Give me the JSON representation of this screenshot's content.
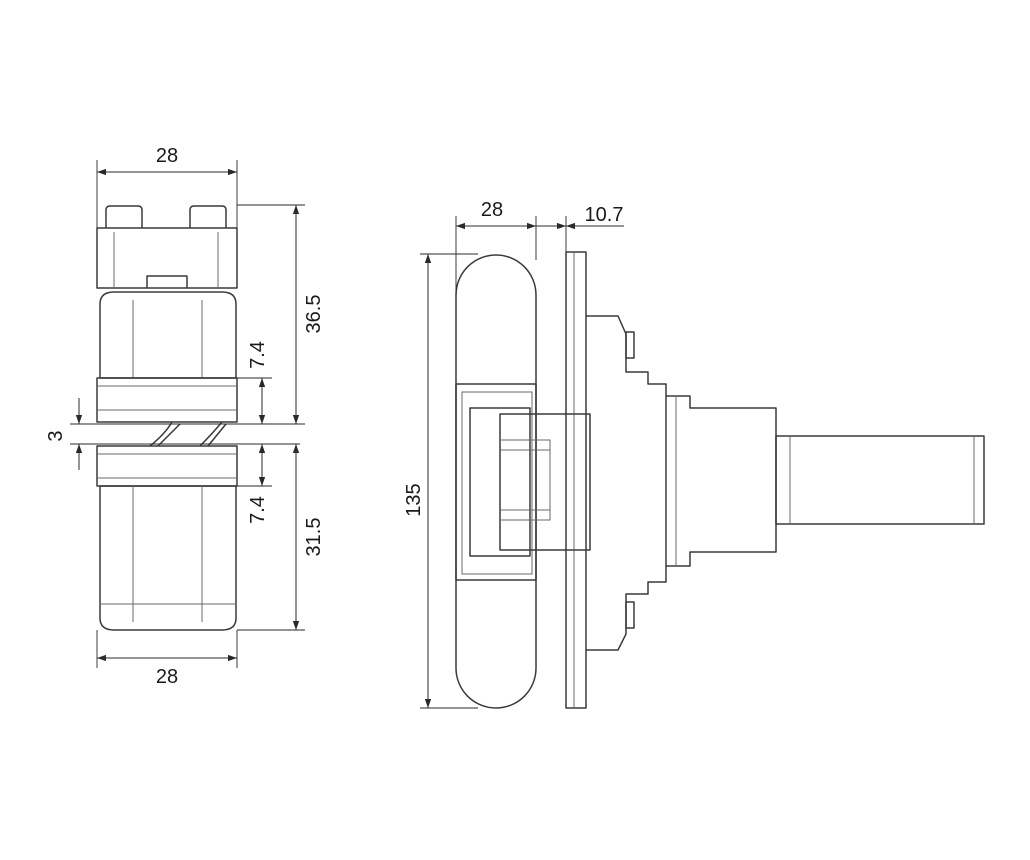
{
  "dimensions": {
    "front_top_width": "28",
    "front_bottom_width": "28",
    "front_upper_height": "36.5",
    "front_upper_collar": "7.4",
    "front_gap": "3",
    "front_lower_collar": "7.4",
    "front_lower_height": "31.5",
    "side_body_width": "28",
    "side_plate_thickness": "10.7",
    "side_total_height": "135"
  },
  "colors": {
    "line": "#3a3a3a",
    "dimension": "#2a2a2a",
    "background": "#ffffff"
  }
}
